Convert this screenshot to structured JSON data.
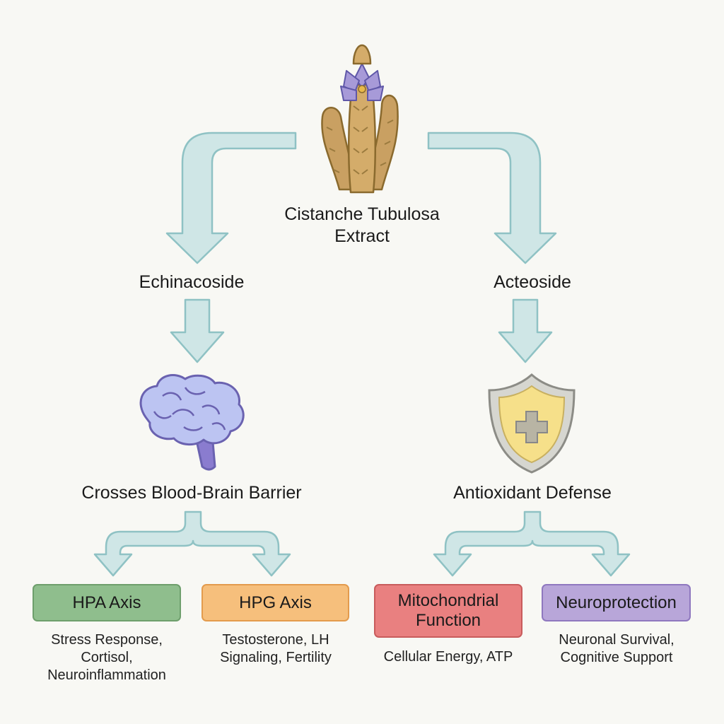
{
  "source": {
    "label_line1": "Cistanche Tubulosa",
    "label_line2": "Extract",
    "icon": "cistanche-plant-icon"
  },
  "branches": [
    {
      "compound": "Echinacoside",
      "effect": "Crosses Blood-Brain Barrier",
      "icon": "brain-icon",
      "outcomes": [
        {
          "title": "HPA Axis",
          "description": [
            "Stress Response,",
            "Cortisol,",
            "Neuroinflammation"
          ],
          "color": "#8fbe8d"
        },
        {
          "title": "HPG Axis",
          "description": [
            "Testosterone, LH",
            "Signaling, Fertility"
          ],
          "color": "#f6bf7c"
        }
      ]
    },
    {
      "compound": "Acteoside",
      "effect": "Antioxidant Defense",
      "icon": "shield-plus-icon",
      "outcomes": [
        {
          "title_line1": "Mitochondrial",
          "title_line2": "Function",
          "description": [
            "Cellular Energy, ATP"
          ],
          "color": "#e98080"
        },
        {
          "title": "Neuroprotection",
          "description": [
            "Neuronal Survival,",
            "Cognitive Support"
          ],
          "color": "#b8a6d9"
        }
      ]
    }
  ],
  "colors": {
    "arrow_fill": "#cfe6e6",
    "arrow_stroke": "#8fc2c4"
  }
}
